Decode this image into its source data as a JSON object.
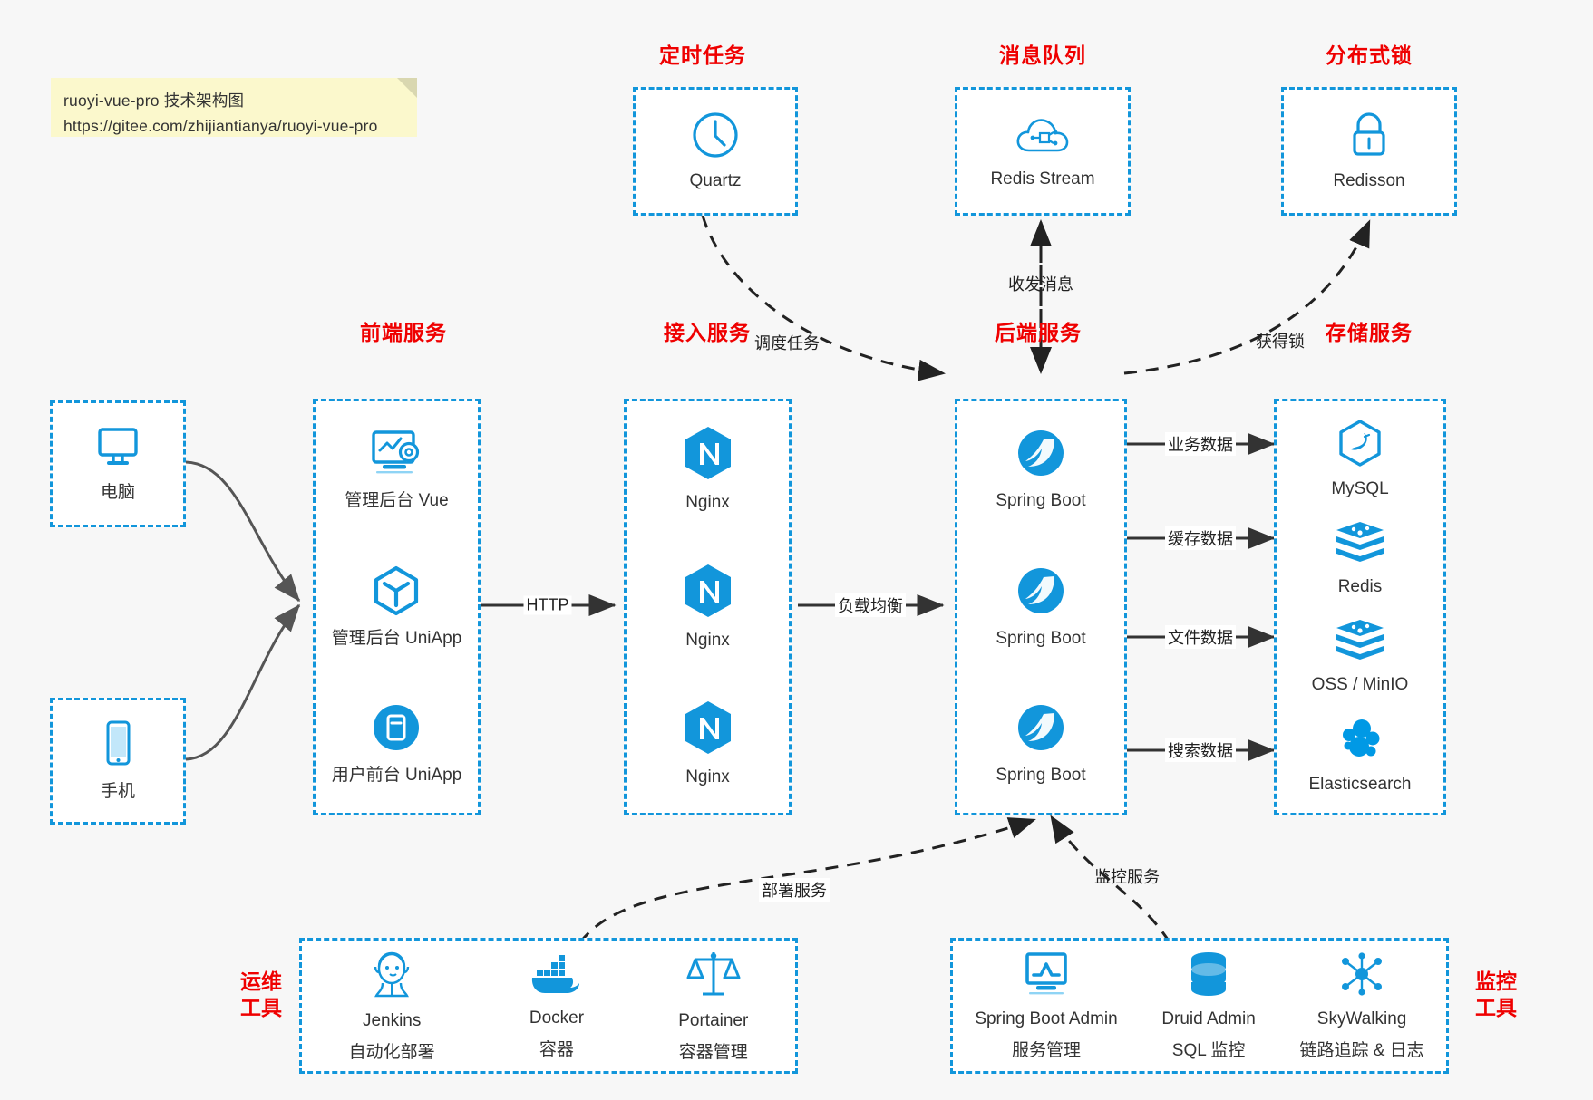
{
  "note": {
    "line1": "ruoyi-vue-pro 技术架构图",
    "line2": "https://gitee.com/zhijiantianya/ruoyi-vue-pro"
  },
  "colors": {
    "accent": "#1296db",
    "title_red": "#ef0000",
    "note_bg": "#fbf8cc",
    "page_bg": "#f7f7f7",
    "arrow": "#333333",
    "client_arrow": "#555555"
  },
  "groups": {
    "scheduled_task": {
      "title": "定时任务",
      "nodes": [
        {
          "label": "Quartz",
          "icon": "clock-icon"
        }
      ]
    },
    "message_queue": {
      "title": "消息队列",
      "nodes": [
        {
          "label": "Redis Stream",
          "icon": "cloud-network-icon"
        }
      ]
    },
    "distributed_lock": {
      "title": "分布式锁",
      "nodes": [
        {
          "label": "Redisson",
          "icon": "lock-icon"
        }
      ]
    },
    "clients": {
      "nodes": [
        {
          "label": "电脑",
          "icon": "desktop-monitor-icon"
        },
        {
          "label": "手机",
          "icon": "mobile-phone-icon"
        }
      ]
    },
    "frontend": {
      "title": "前端服务",
      "nodes": [
        {
          "label": "管理后台 Vue",
          "icon": "dashboard-gear-icon"
        },
        {
          "label": "管理后台 UniApp",
          "icon": "cube-icon"
        },
        {
          "label": "用户前台 UniApp",
          "icon": "app-window-icon"
        }
      ]
    },
    "gateway": {
      "title": "接入服务",
      "nodes": [
        {
          "label": "Nginx",
          "icon": "nginx-icon"
        },
        {
          "label": "Nginx",
          "icon": "nginx-icon"
        },
        {
          "label": "Nginx",
          "icon": "nginx-icon"
        }
      ]
    },
    "backend": {
      "title": "后端服务",
      "nodes": [
        {
          "label": "Spring Boot",
          "icon": "spring-boot-icon"
        },
        {
          "label": "Spring Boot",
          "icon": "spring-boot-icon"
        },
        {
          "label": "Spring Boot",
          "icon": "spring-boot-icon"
        }
      ]
    },
    "storage": {
      "title": "存储服务",
      "nodes": [
        {
          "label": "MySQL",
          "icon": "mysql-dolphin-icon"
        },
        {
          "label": "Redis",
          "icon": "redis-stack-icon"
        },
        {
          "label": "OSS / MinIO",
          "icon": "redis-stack-icon"
        },
        {
          "label": "Elasticsearch",
          "icon": "elasticsearch-icon"
        }
      ]
    },
    "devops": {
      "title": "运维\n工具",
      "title_line1": "运维",
      "title_line2": "工具",
      "nodes": [
        {
          "label": "Jenkins",
          "sublabel": "自动化部署",
          "icon": "jenkins-butler-icon"
        },
        {
          "label": "Docker",
          "sublabel": "容器",
          "icon": "docker-whale-icon"
        },
        {
          "label": "Portainer",
          "sublabel": "容器管理",
          "icon": "portainer-scales-icon"
        }
      ]
    },
    "monitoring": {
      "title_line1": "监控",
      "title_line2": "工具",
      "nodes": [
        {
          "label": "Spring Boot Admin",
          "sublabel": "服务管理",
          "icon": "monitor-chart-icon"
        },
        {
          "label": "Druid Admin",
          "sublabel": "SQL 监控",
          "icon": "database-icon"
        },
        {
          "label": "SkyWalking",
          "sublabel": "链路追踪 & 日志",
          "icon": "skywalking-node-icon"
        }
      ]
    }
  },
  "edges": [
    {
      "name": "http",
      "label": "HTTP"
    },
    {
      "name": "load-balance",
      "label": "负载均衡"
    },
    {
      "name": "schedule-task",
      "label": "调度任务"
    },
    {
      "name": "send-receive-message",
      "label": "收发消息"
    },
    {
      "name": "acquire-lock",
      "label": "获得锁"
    },
    {
      "name": "business-data",
      "label": "业务数据"
    },
    {
      "name": "cache-data",
      "label": "缓存数据"
    },
    {
      "name": "file-data",
      "label": "文件数据"
    },
    {
      "name": "search-data",
      "label": "搜索数据"
    },
    {
      "name": "deploy-service",
      "label": "部署服务"
    },
    {
      "name": "monitor-service",
      "label": "监控服务"
    }
  ]
}
